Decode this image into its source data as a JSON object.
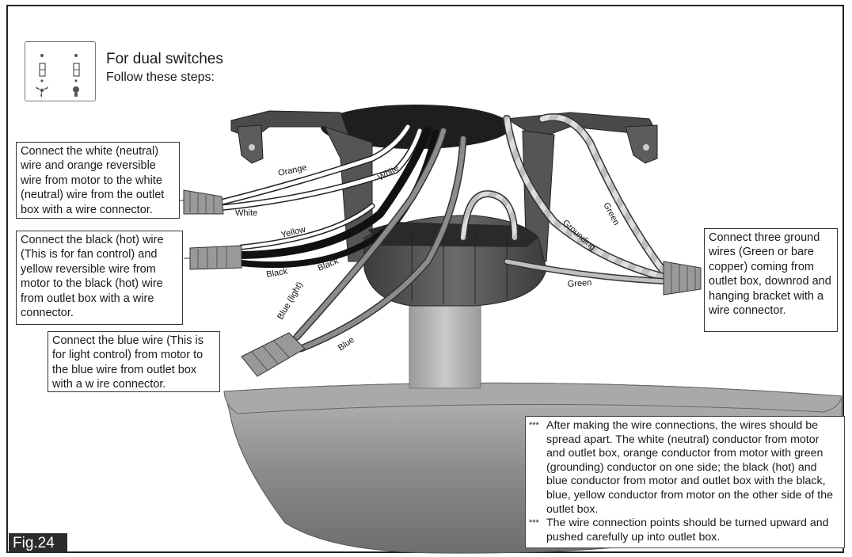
{
  "header": {
    "title": "For dual switches",
    "subtitle": "Follow these steps:"
  },
  "icons": {
    "switch_plate": "dual-switch-plate-icon",
    "fan": "fan-icon",
    "light": "light-bulb-icon"
  },
  "callouts": {
    "white_neutral": "Connect the white (neutral) wire and orange reversible wire from motor to the white (neutral) wire from the outlet box with a wire connector.",
    "black_hot": "Connect the black (hot) wire (This is for fan control) and yellow reversible wire from motor to the black (hot) wire from outlet box with a wire connector.",
    "blue_light": "Connect the blue wire (This is for light control) from motor to the blue wire from outlet box with a w ire connector.",
    "ground": "Connect three ground wires (Green or bare copper) coming from outlet box, downrod and hanging bracket with a wire connector."
  },
  "wire_labels": {
    "orange": "Orange",
    "white_top": "White",
    "white_bottom": "White",
    "yellow": "Yellow",
    "black_left": "Black",
    "black_right": "Black",
    "blue_light": "Blue (light)",
    "blue": "Blue",
    "green_top": "Green",
    "grounding": "Grounding",
    "green_bottom": "Green"
  },
  "notes": [
    {
      "marker": "***",
      "text": "After making the wire connections, the wires should be spread apart. The white (neutral) conductor from motor and outlet box, orange conductor from motor with green (grounding) conductor on one side; the black (hot) and blue conductor from motor and outlet box with the black, blue, yellow conductor from motor on the other side of the outlet box."
    },
    {
      "marker": "***",
      "text": "The wire connection points should be turned upward and pushed carefully up into outlet box."
    }
  ],
  "figure_label": "Fig.24",
  "colors": {
    "frame": "#222222",
    "wire_dark": "#1a1a1a",
    "wire_gray": "#8c8c8c",
    "bracket": "#4a4a4a",
    "canopy": "#8a8a8a"
  }
}
